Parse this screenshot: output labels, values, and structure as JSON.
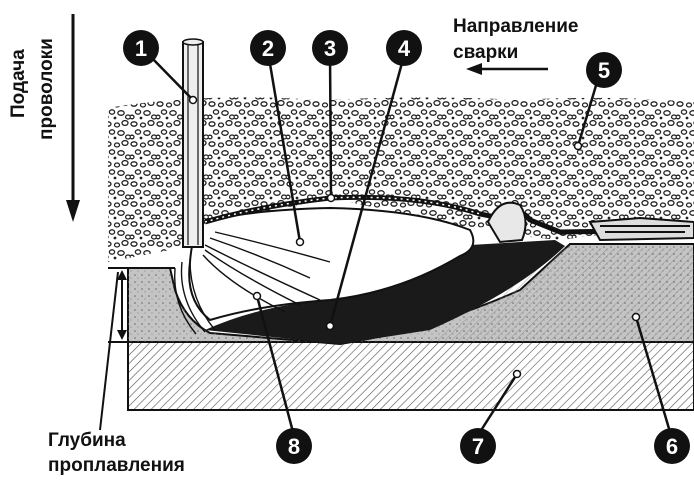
{
  "labels": {
    "wire_feed_line1": "Подача",
    "wire_feed_line2": "проволоки",
    "weld_direction_line1": "Направление",
    "weld_direction_line2": "сварки",
    "penetration_line1": "Глубина",
    "penetration_line2": "проплавления"
  },
  "markers": [
    "1",
    "2",
    "3",
    "4",
    "5",
    "6",
    "7",
    "8"
  ],
  "colors": {
    "ink": "#111111",
    "flux_bg": "#f2f2f2",
    "base_metal": "#bdbdbd",
    "lower_metal": "#c8c8c8",
    "slag": "#1a1a1a",
    "pool": "#ffffff"
  }
}
